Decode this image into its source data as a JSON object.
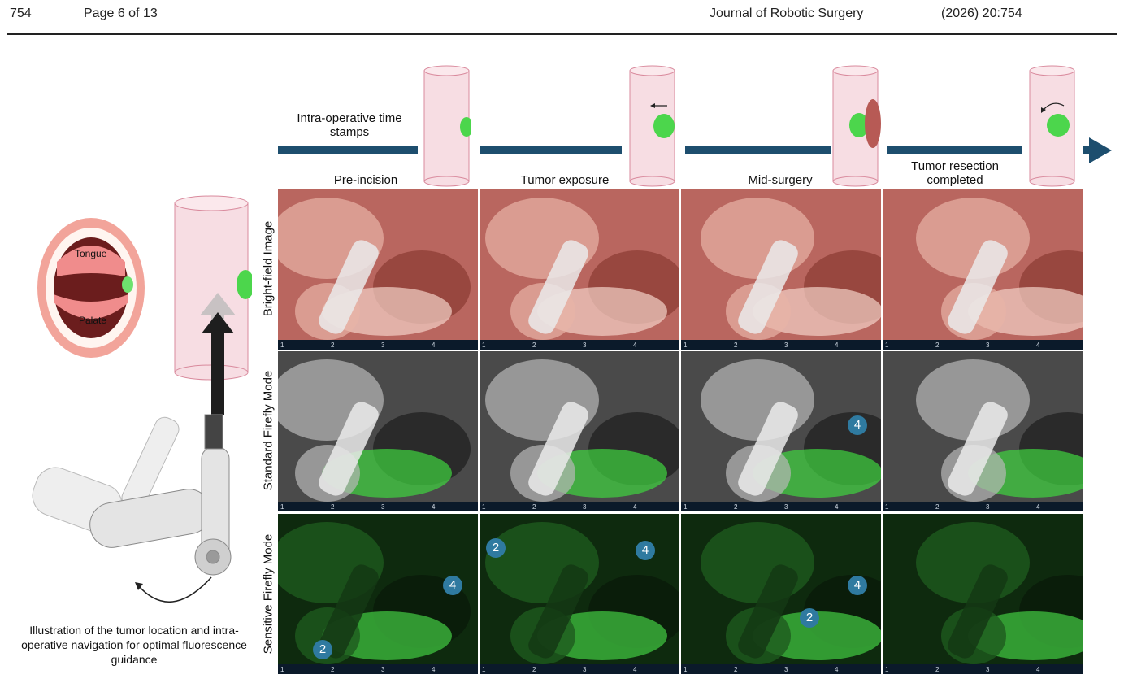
{
  "header": {
    "page_num": "754",
    "page_of": "Page 6 of 13",
    "journal": "Journal of Robotic Surgery",
    "citation": "(2026) 20:754"
  },
  "timeline": {
    "label": "Intra-operative time stamps",
    "stages": [
      "Pre-incision",
      "Tumor exposure",
      "Mid-surgery",
      "Tumor resection completed"
    ]
  },
  "rows": [
    "Bright-field Image",
    "Standard Firefly Mode",
    "Sensitive Firefly Mode"
  ],
  "illustration": {
    "labels": {
      "tongue": "Tongue",
      "palate": "Palate"
    },
    "caption": "Illustration of the tumor location and intra-operative navigation for optimal fluorescence guidance"
  },
  "overlays": {
    "instrument_numbers": [
      "1",
      "2",
      "3",
      "4"
    ],
    "marker_2": "2",
    "marker_4": "4"
  },
  "colors": {
    "timeline_bar": "#1d4e6e",
    "tumor_green": "#4cd64c",
    "cylinder_pink": "#f7dde3"
  }
}
